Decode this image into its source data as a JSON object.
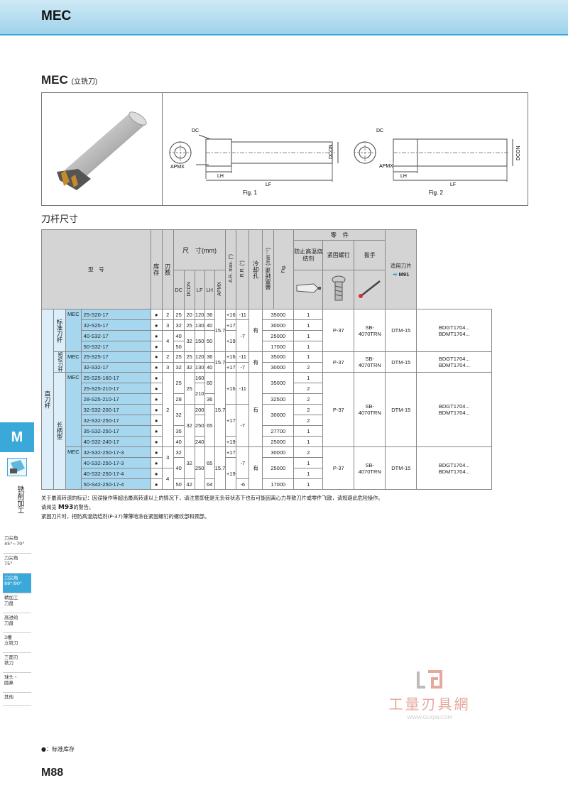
{
  "header": {
    "title": "MEC"
  },
  "product": {
    "name": "MEC",
    "subtitle": "(立铣刀)"
  },
  "figures": {
    "dc": "DC",
    "apmx": "APMX",
    "lh": "LH",
    "lf": "LF",
    "dcon": "DCON",
    "fig1": "Fig. 1",
    "fig2": "Fig. 2"
  },
  "section": {
    "title": "刀杆尺寸"
  },
  "table": {
    "h_model": "型　号",
    "h_stock": "库存",
    "h_teeth": "刃数",
    "h_dims": "尺　寸(mm)",
    "h_dc": "DC",
    "h_dcon": "DCON",
    "h_lf": "LF",
    "h_lh": "LH",
    "h_apmx": "APMX",
    "h_ar": "A.R. max. (°)",
    "h_rr": "R.R. (°)",
    "h_coolant": "冷却孔",
    "h_speed": "最高转速 (min⁻¹)",
    "h_fig": "Fig.",
    "h_parts": "零　件",
    "h_p1": "防止高温烧结剂",
    "h_p2": "紧固螺钉",
    "h_p3": "扳手",
    "h_insert": "适用刀片",
    "h_m91": "M91",
    "cat_main": "直刀杆",
    "cat_std": "标准刀杆",
    "cat_short": "短径刀杆",
    "cat_long": "长柄型",
    "dot": "●",
    "has": "有",
    "mec": "MEC",
    "std": {
      "rows": [
        {
          "code": "25-S20-17",
          "z": "2",
          "dc": "25",
          "dcon": "20",
          "lf": "120",
          "lh": "36",
          "ar": "+16",
          "rr": "-11",
          "n": "35000",
          "fig": "1"
        },
        {
          "code": "32-S25-17",
          "z": "3",
          "dc": "32",
          "dcon": "25",
          "lf": "130",
          "lh": "40",
          "ar": "+17",
          "n": "30000",
          "fig": "1"
        },
        {
          "code": "40-S32-17",
          "dc": "40",
          "n": "25000",
          "fig": "1"
        },
        {
          "code": "50-S32-17",
          "dc": "50",
          "n": "17000",
          "fig": "1"
        }
      ],
      "z4": "4",
      "dcon32": "32",
      "lf150": "150",
      "lh50": "50",
      "apmx": "15.7",
      "ar19": "+19",
      "rr7": "-7"
    },
    "short": {
      "rows": [
        {
          "code": "25-S25-17",
          "z": "2",
          "dc": "25",
          "dcon": "25",
          "lf": "120",
          "lh": "36",
          "ar": "+16",
          "rr": "-11",
          "n": "35000",
          "fig": "1"
        },
        {
          "code": "32-S32-17",
          "z": "3",
          "dc": "32",
          "dcon": "32",
          "lf": "130",
          "lh": "40",
          "ar": "+17",
          "rr": "-7",
          "n": "30000",
          "fig": "2"
        }
      ],
      "apmx": "15.7"
    },
    "long": {
      "codes": [
        "25-S25-160-17",
        "25-S25-210-17",
        "28-S25-210-17",
        "32-S32-200-17",
        "32-S32-250-17",
        "35-S32-250-17",
        "40-S32-240-17"
      ],
      "figs": [
        "1",
        "2",
        "2",
        "2",
        "2",
        "1",
        "1"
      ],
      "z": "2",
      "dc25": "25",
      "dc28": "28",
      "dc32": "32",
      "dc35": "35",
      "dc40": "40",
      "dcon25": "25",
      "dcon32": "32",
      "lf160": "160",
      "lf210": "210",
      "lf200": "200",
      "lf250": "250",
      "lf240": "240",
      "lh60": "60",
      "lh36": "36",
      "lh65": "65",
      "apmx": "15.7",
      "ar16": "+16",
      "ar17": "+17",
      "ar19": "+19",
      "rr11": "-11",
      "rr7": "-7",
      "n35000": "35000",
      "n32500": "32500",
      "n30000": "30000",
      "n27700": "27700",
      "n25000": "25000"
    },
    "multi": {
      "codes": [
        "32-S32-250-17-3",
        "40-S32-250-17-3",
        "40-S32-250-17-4",
        "50-S42-250-17-4"
      ],
      "figs": [
        "2",
        "1",
        "1",
        "1"
      ],
      "z3": "3",
      "z4": "4",
      "dc32": "32",
      "dc40": "40",
      "dc50": "50",
      "dcon32": "32",
      "dcon42": "42",
      "lf250": "250",
      "lh65": "65",
      "lh64": "64",
      "apmx": "15.7",
      "ar17": "+17",
      "ar19": "+19",
      "rr7": "-7",
      "rr6": "-6",
      "n30000": "30000",
      "n25000": "25000",
      "n17000": "17000"
    },
    "parts": {
      "p1": "P-37",
      "p2a": "SB-",
      "p2b": "4070TRN",
      "p3": "DTM-15",
      "ins1": "BDGT1704...",
      "ins2": "BDMT1704..."
    }
  },
  "notes": {
    "n1": "关于最高转速的标记：因误操作等超出最高转速以上的情况下，请注意即使是无负荷状态下也有可能因离心力导致刀片或零件飞散，请规避此危险操作。",
    "n2a": "请阅览 ",
    "n2b": "M93",
    "n2c": "的警告。",
    "n3": "紧固刀片时，把防高温烧结剂(P-37)薄薄地涂在紧固螺钉的螺纹部和颈部。"
  },
  "sidebar": {
    "tab": "M",
    "label": "铣削加工",
    "items": [
      "刀尖角\n45°~70°",
      "刀尖角\n75°",
      "刀尖角\n88°/90°",
      "精加工\n刀盘",
      "高进给\n刀盘",
      "3槽\n立铣刀",
      "三面刃\n铣刀",
      "球头・\n圆鼻",
      "其他"
    ]
  },
  "footer": {
    "legend": "●：标准库存",
    "page": "M88"
  },
  "watermark": {
    "text": "工量刃具網",
    "url": "WWW.GLRJW.COM"
  }
}
